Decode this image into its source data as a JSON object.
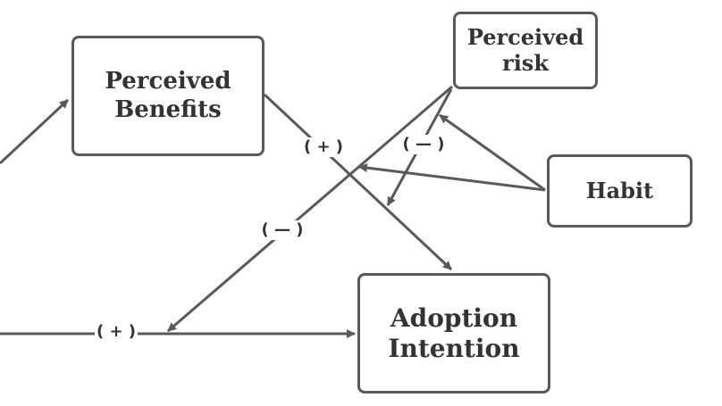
{
  "nodes": {
    "perceived_benefits": {
      "label": "Perceived\nBenefits"
    },
    "perceived_risk": {
      "label": "Perceived\nrisk"
    },
    "habit": {
      "label": "Habit"
    },
    "adoption_intention": {
      "label": "Adoption\nIntention"
    }
  },
  "edge_labels": {
    "benefits_to_adoption": "( + )",
    "risk_moderation": "( — )",
    "risk_to_adoption": "( — )",
    "incoming_to_adoption": "( + )"
  },
  "colors": {
    "box_border": "#595959",
    "arrow": "#595959",
    "text": "#333333",
    "background": "#ffffff"
  }
}
